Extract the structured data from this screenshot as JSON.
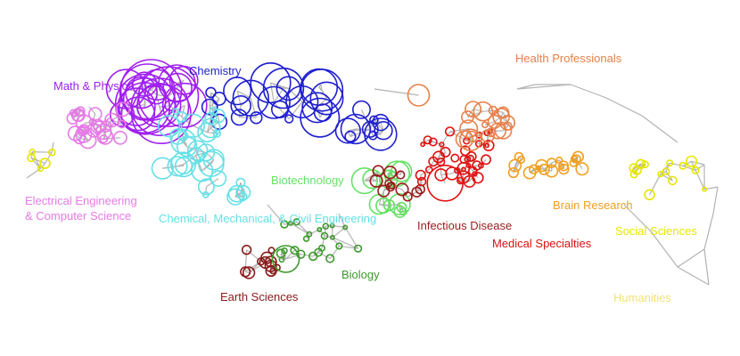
{
  "labels": {
    "math_physics": "Math & Physics",
    "chemistry": "Chemistry",
    "electrical_cs_line1": "Electrical Engineering",
    "electrical_cs_line2": "& Computer Science",
    "chemical_mech_civil": "Chemical, Mechanical, & Civil Engineering",
    "biotechnology": "Biotechnology",
    "earth_sciences": "Earth Sciences",
    "biology": "Biology",
    "infectious_disease": "Infectious Disease",
    "medical_specialties": "Medical Specialties",
    "health_professionals": "Health Professionals",
    "brain_research": "Brain Research",
    "social_sciences": "Social Sciences",
    "humanities": "Humanities"
  },
  "colors": {
    "edges": "#b3b3b3",
    "math_physics": "#a020f0",
    "chemistry": "#1f1fcf",
    "electrical_cs": "#e67ae6",
    "chemical_mech_civil": "#66e0e6",
    "biotechnology": "#66e066",
    "earth_sciences": "#8b1a1a",
    "biology": "#3d9a2b",
    "infectious_disease": "#9b1b1b",
    "medical_specialties": "#e01010",
    "health_professionals": "#e8804a",
    "brain_research": "#f0a020",
    "social_sciences": "#e6e600",
    "humanities": "#f2e27a"
  }
}
